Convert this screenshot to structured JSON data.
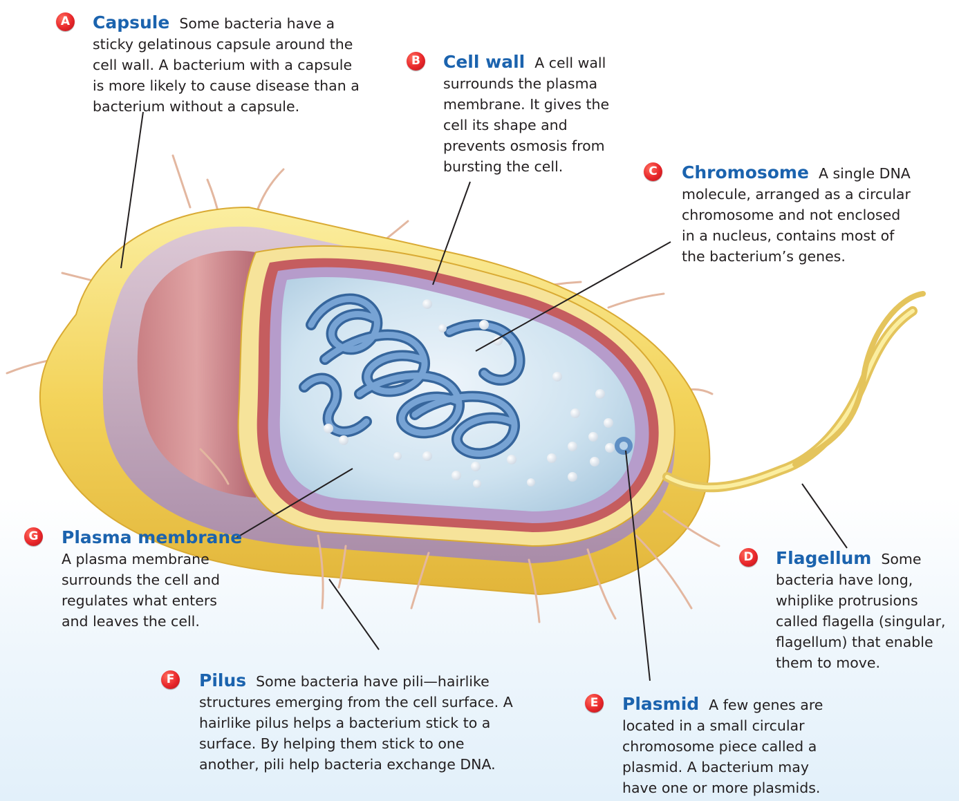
{
  "labels": {
    "capsule": {
      "badge": "A",
      "title": "Capsule",
      "lines": [
        "Some bacteria have a",
        "sticky gelatinous capsule around the",
        "cell wall. A bacterium with a capsule",
        "is more likely to cause disease than a",
        "bacterium without a capsule."
      ]
    },
    "cell_wall": {
      "badge": "B",
      "title": "Cell wall",
      "lines": [
        "A cell wall",
        "surrounds the plasma",
        "membrane. It gives the",
        "cell its shape and",
        "prevents osmosis from",
        "bursting the cell."
      ]
    },
    "chromosome": {
      "badge": "C",
      "title": "Chromosome",
      "lines": [
        "A single DNA",
        "molecule, arranged as a circular",
        "chromosome and not enclosed",
        "in a nucleus, contains most of",
        "the bacterium’s genes."
      ]
    },
    "flagellum": {
      "badge": "D",
      "title": "Flagellum",
      "lines": [
        "Some",
        "bacteria have long,",
        "whiplike protrusions",
        "called flagella (singular,",
        "flagellum) that enable",
        "them to move."
      ]
    },
    "plasmid": {
      "badge": "E",
      "title": "Plasmid",
      "lines": [
        "A few genes are",
        "located in a small circular",
        "chromosome piece called a",
        "plasmid. A bacterium may",
        "have one or more plasmids."
      ]
    },
    "pilus": {
      "badge": "F",
      "title": "Pilus",
      "lines": [
        "Some bacteria have pili—hairlike",
        "structures emerging from the cell surface. A",
        "hairlike pilus helps a bacterium stick to a",
        "surface. By helping them stick to one",
        "another, pili help bacteria exchange DNA."
      ]
    },
    "plasma_membrane": {
      "badge": "G",
      "title": "Plasma membrane",
      "lines": [
        "A plasma membrane",
        "surrounds the cell and",
        "regulates what enters",
        "and leaves the cell."
      ]
    }
  },
  "colors": {
    "capsule": "#f3d35a",
    "cell_wall": "#b497c6",
    "membrane": "#c86a6c",
    "cytoplasm": "#cfe3f0",
    "chromosome": "#4f86c2",
    "title": "#1b63ae",
    "badge": "#e8262a"
  }
}
